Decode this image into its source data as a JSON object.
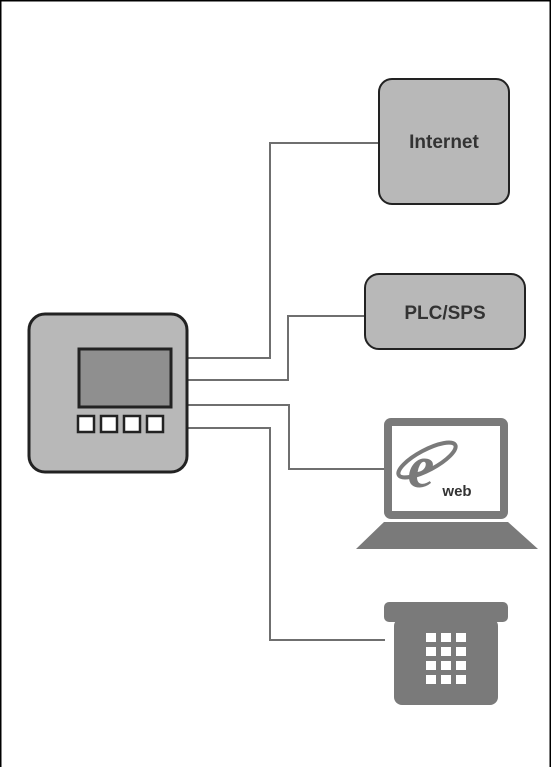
{
  "nodes": {
    "internet": {
      "label": "Internet"
    },
    "plc": {
      "label": "PLC/SPS"
    },
    "laptop": {
      "badge": "web",
      "icon": "internet-explorer-icon"
    },
    "phone": {
      "icon": "telephone-icon"
    },
    "controller": {
      "icon": "control-unit-device",
      "button_count": 4
    }
  },
  "colors": {
    "box_fill": "#b8b8b8",
    "screen_fill": "#8f8f8f",
    "line": "#6f6f6f",
    "outline": "#222222",
    "device_gray": "#7a7a7a"
  }
}
